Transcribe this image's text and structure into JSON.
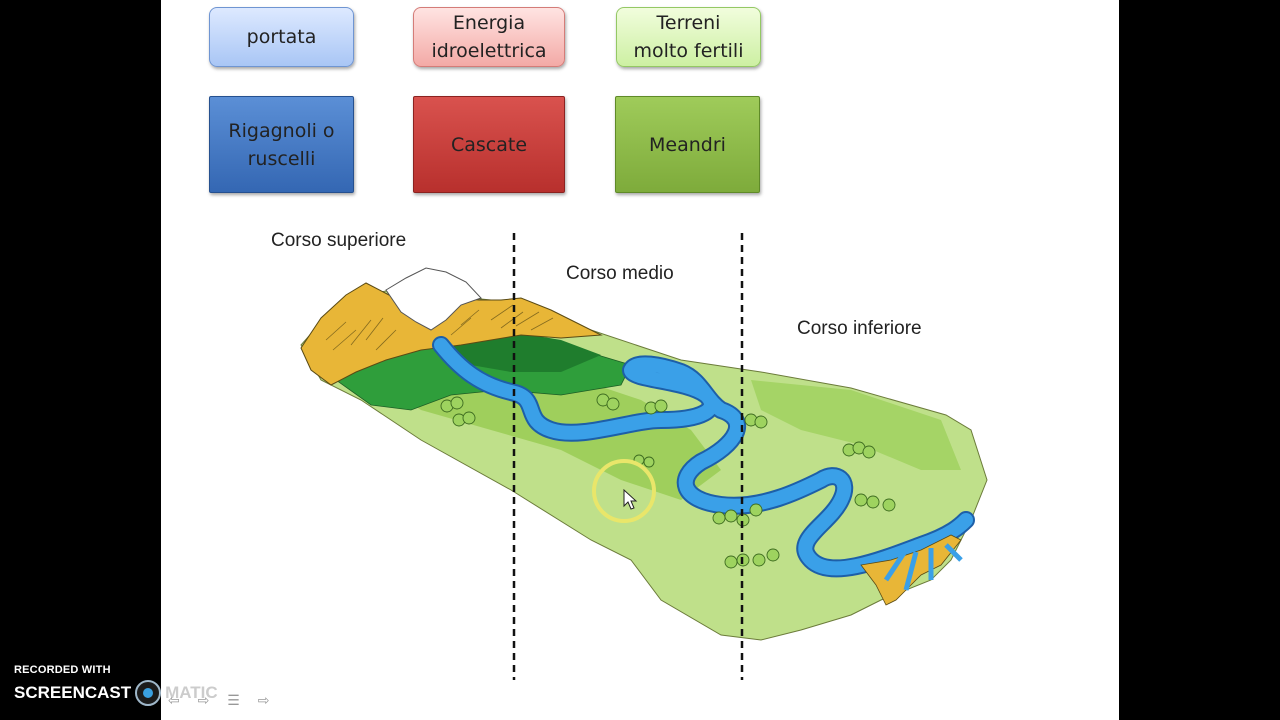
{
  "tiles": {
    "portata": "portata",
    "energia": "Energia\nidroelettrica",
    "terreni": "Terreni\nmolto fertili",
    "rigagnoli": "Rigagnoli o\nruscelli",
    "cascate": "Cascate",
    "meandri": "Meandri"
  },
  "sections": {
    "upper": "Corso superiore",
    "middle": "Corso medio",
    "lower": "Corso inferiore"
  },
  "watermark": {
    "line1": "RECORDED WITH",
    "brand_a": "SCREENCAST",
    "brand_b": "MATIC"
  },
  "icons": [
    "back-arrow-icon",
    "forward-arrow-icon",
    "slide-menu-icon",
    "next-arrow-icon",
    "mouse-cursor-icon"
  ],
  "colors": {
    "blue_tile": "#3f75c1",
    "red_tile": "#c13a36",
    "green_tile": "#8ebc48",
    "river": "#2f8fd8",
    "highlight_ring": "#e9e66a"
  }
}
